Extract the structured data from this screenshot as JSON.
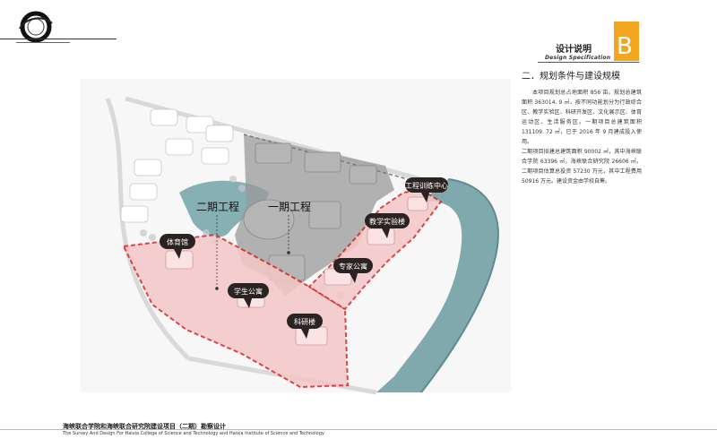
{
  "header": {
    "title": "设计说明",
    "subtitle": "Design Specification",
    "badge_letter": "B",
    "section_title": "二．规划条件与建设规模"
  },
  "description": {
    "paragraph1": "本项目规划总占地面积 856 亩。规划总建筑面积 363014. 9 ㎡，按不同功能划分为行政综合区、教学实验区、科研开发区、文化展示区、体育运动区、生活服务区。一期项目总建筑面积 131109. 72 ㎡，已于 2016 年 9 月建成投入使用。",
    "paragraph2": "二期项目拟建总建筑面积 90002 ㎡，其中海峡联合学院 63396 ㎡，海峡联合研究院 26606 ㎡。二期项目估算总投资 57230 万元，其中工程费用 50916 万元。建设资金由学校自筹。"
  },
  "map": {
    "phase2_label": "二期工程",
    "phase1_label": "一期工程",
    "buildings": [
      "工程训练中心",
      "教学实验楼",
      "专家公寓",
      "体育馆",
      "学生公寓",
      "科研楼"
    ],
    "colors": {
      "phase2_fill": "#f4c7c7",
      "phase2_border": "#d62828",
      "water": "#7fa9ad",
      "label_bubble": "#2b2222"
    }
  },
  "footer": {
    "title_cn": "海峡联合学院和海峡联合研究院建设项目（二期）勘察设计",
    "title_en": "The Survey And Design For Haixia College of Science and Technology and Haixia Institute of Science and Technology"
  }
}
